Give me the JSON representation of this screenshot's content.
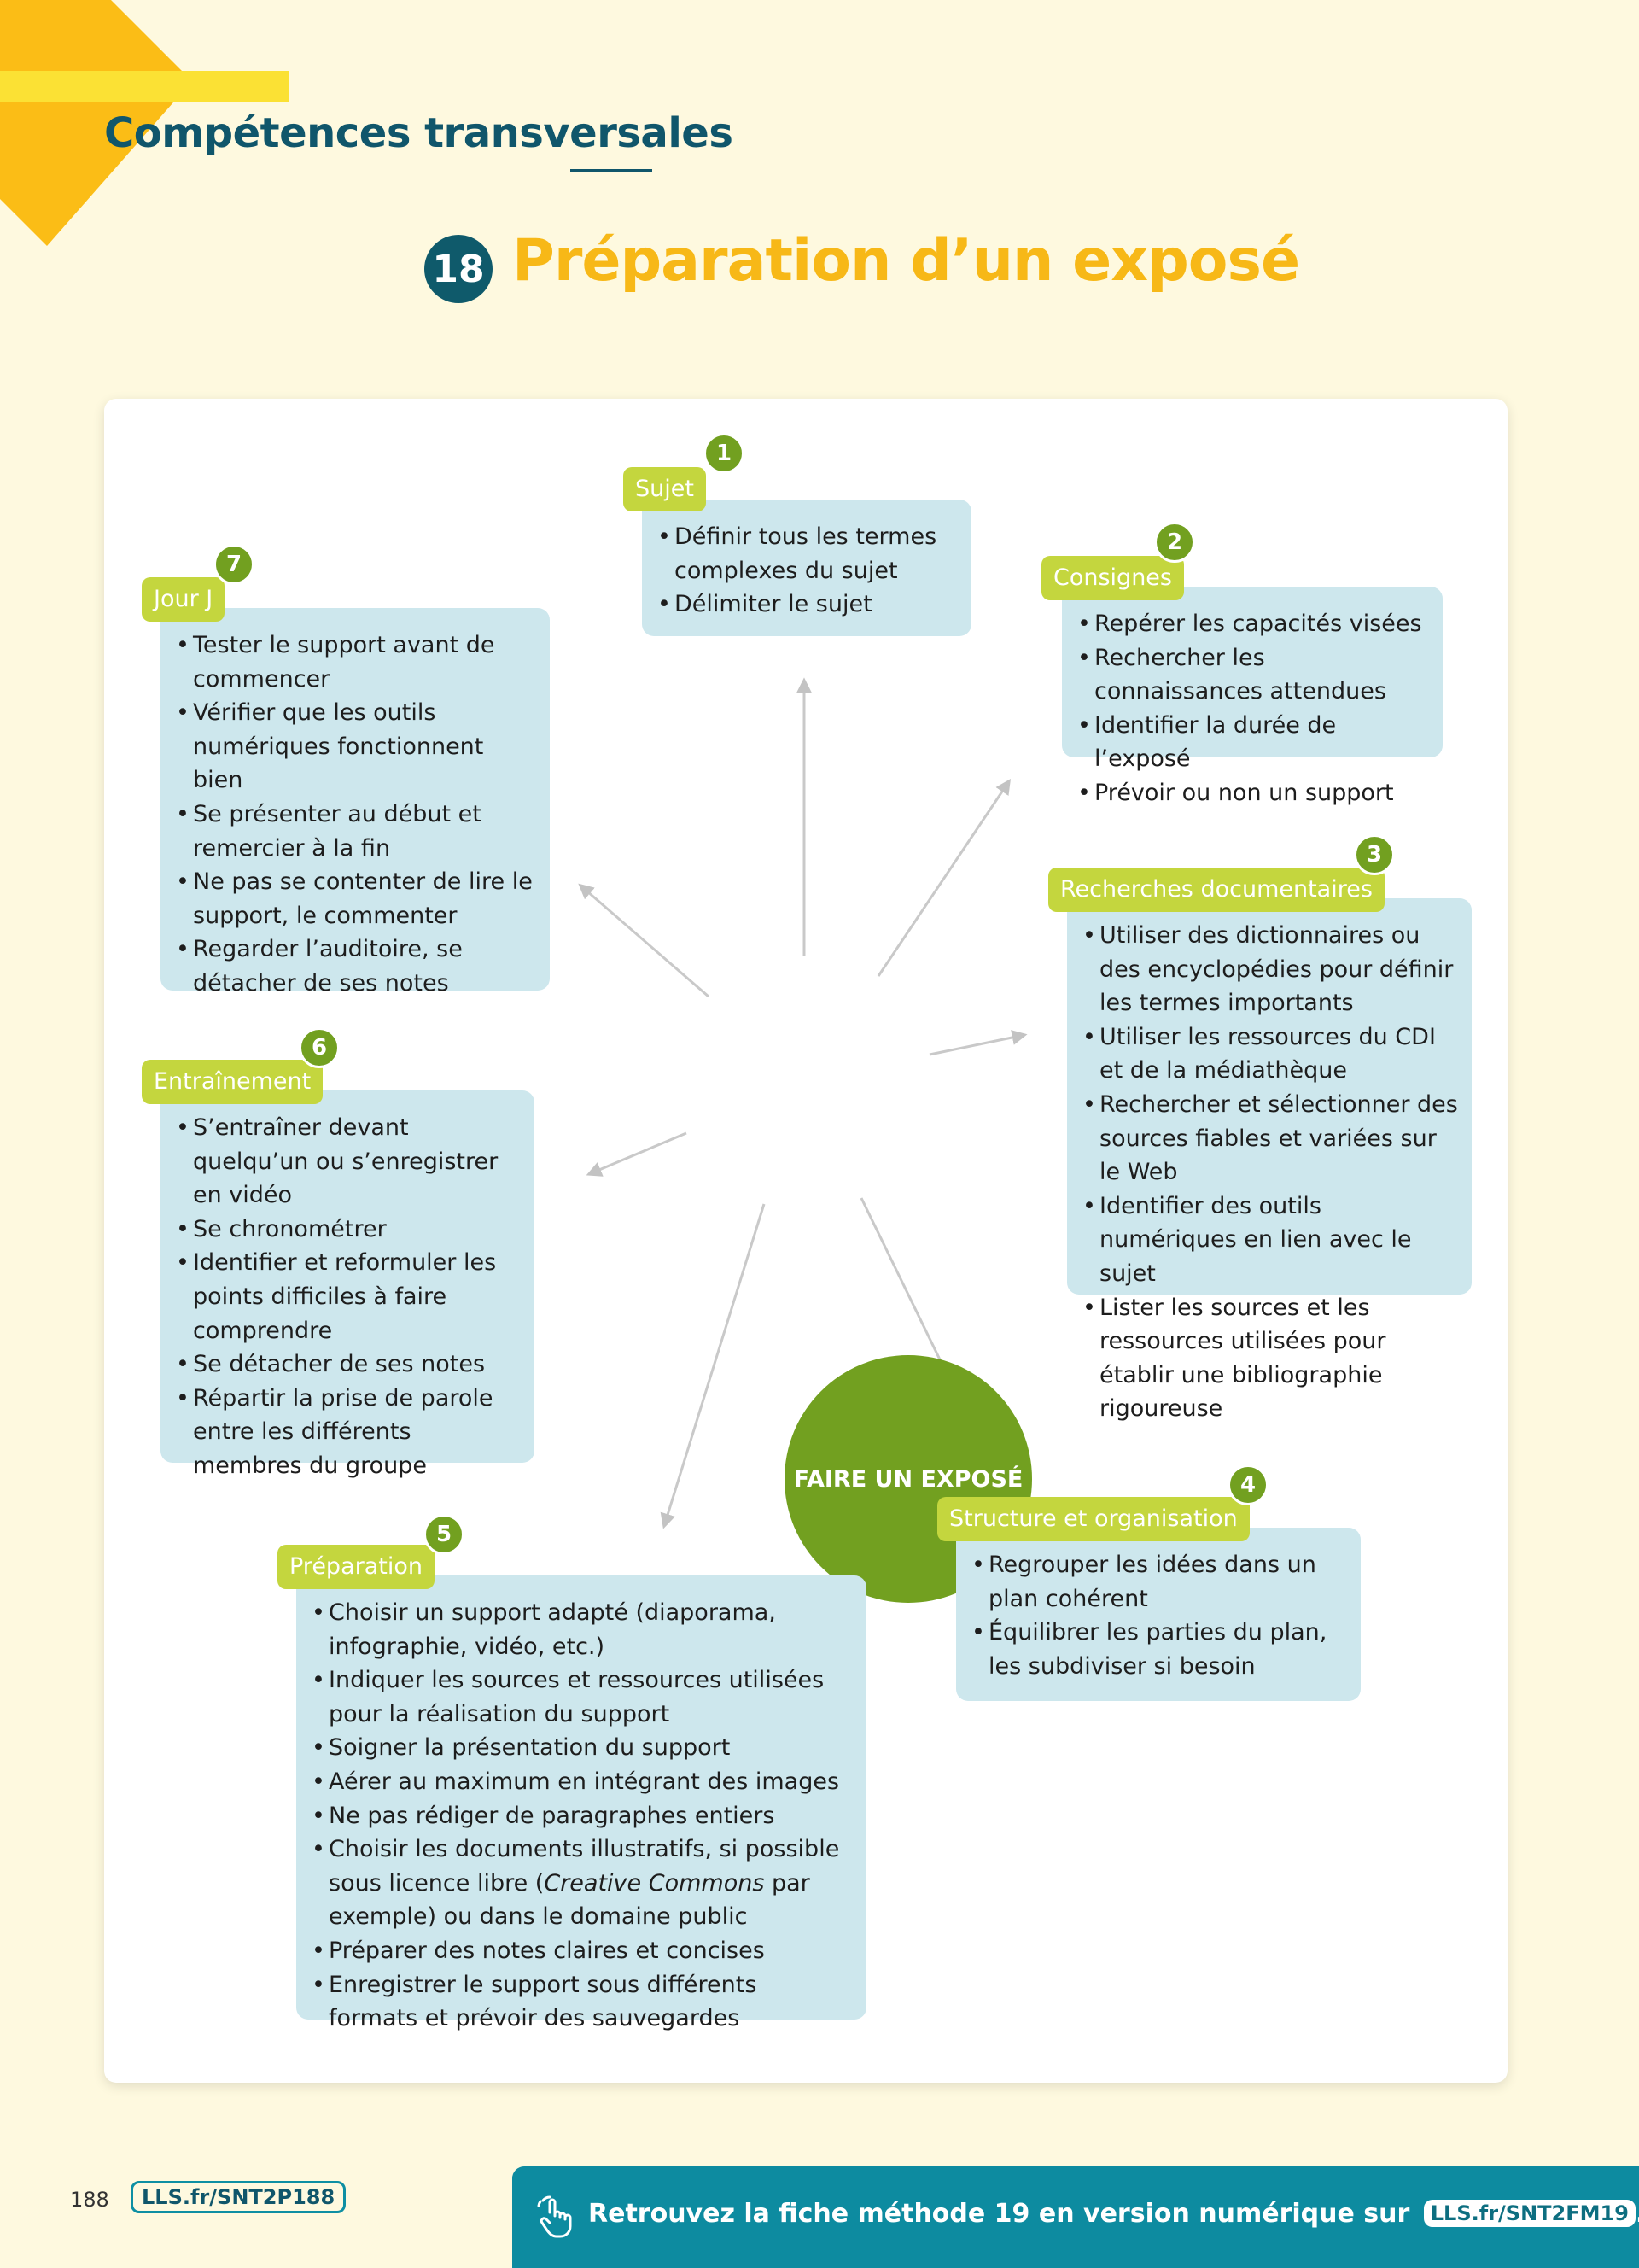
{
  "header": {
    "section_title": "Compétences transversales",
    "number": "18",
    "title": "Préparation d’un exposé"
  },
  "diagram": {
    "center": "FAIRE UN EXPOSÉ",
    "nodes": [
      {
        "number": "1",
        "label": "Sujet",
        "items": [
          "Définir tous les termes complexes du sujet",
          "Délimiter le sujet"
        ]
      },
      {
        "number": "2",
        "label": "Consignes",
        "items": [
          "Repérer les capacités visées",
          "Rechercher les connaissances attendues",
          "Identifier la durée de l’exposé",
          "Prévoir ou non un support"
        ]
      },
      {
        "number": "3",
        "label": "Recherches documentaires",
        "items": [
          "Utiliser des dictionnaires ou des encyclopédies pour définir les termes importants",
          "Utiliser les ressources du CDI et de la médiathèque",
          "Rechercher et sélectionner des sources fiables et variées sur le Web",
          "Identifier des outils numériques en lien avec le sujet",
          "Lister les sources et les ressources utilisées pour établir une bibliographie rigoureuse"
        ]
      },
      {
        "number": "4",
        "label": "Structure et organisation",
        "items": [
          "Regrouper les idées dans un plan cohérent",
          "Équilibrer les parties du plan, les subdiviser si besoin"
        ]
      },
      {
        "number": "5",
        "label": "Préparation",
        "items": [
          "Choisir un support adapté (diaporama, infographie, vidéo, etc.)",
          "Indiquer les sources et ressources utilisées pour la réalisation du support",
          "Soigner la présentation du support",
          "Aérer au maximum en intégrant des images",
          "Ne pas rédiger de paragraphes entiers",
          "Choisir les documents illustratifs, si possible sous licence libre (Creative Commons par exemple) ou dans le domaine public",
          "Préparer des notes claires et concises",
          "Enregistrer le support sous différents formats et prévoir des sauvegardes"
        ]
      },
      {
        "number": "6",
        "label": "Entraînement",
        "items": [
          "S’entraîner devant quelqu’un ou s’enregistrer en vidéo",
          "Se chronométrer",
          "Identifier et reformuler les points difficiles à faire comprendre",
          "Se détacher de ses notes",
          "Répartir la prise de parole entre les différents membres du groupe"
        ]
      },
      {
        "number": "7",
        "label": "Jour J",
        "items": [
          "Tester le support avant de commencer",
          "Vérifier que les outils numériques fonctionnent bien",
          "Se présenter au début et remercier à la fin",
          "Ne pas se contenter de lire le support, le commenter",
          "Regarder l’auditoire, se détacher de ses notes"
        ]
      }
    ]
  },
  "footer": {
    "page_number": "188",
    "page_link": "LLS.fr/SNT2P188",
    "banner_text": "Retrouvez la fiche méthode 19 en version numérique sur",
    "banner_link": "LLS.fr/SNT2FM19",
    "banner_end": "."
  }
}
